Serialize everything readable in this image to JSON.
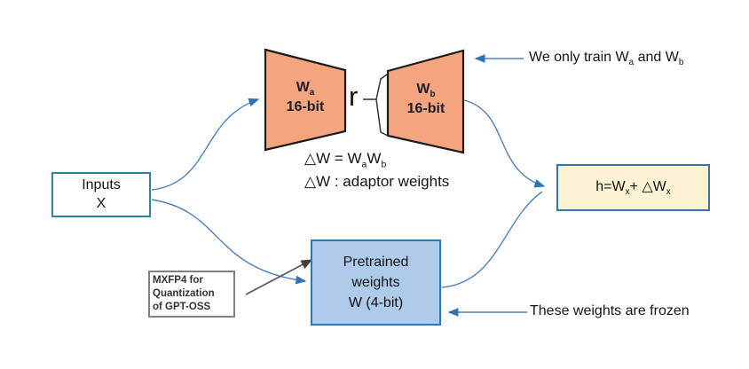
{
  "colors": {
    "trapezoid_fill": "#F5A57E",
    "trapezoid_stroke": "#1A1A1A",
    "pretrained_fill": "#AECBE9",
    "pretrained_border": "#2E75B6",
    "output_fill": "#FBF2D2",
    "output_border": "#2E78A8",
    "inputs_border": "#2E849C",
    "arrow_blue": "#4F81BD",
    "arrowhead_blue": "#2E75B6",
    "arrow_gray": "#595959",
    "arrowhead_gray": "#404040",
    "brace_stroke": "#333333",
    "mxfp4_border": "#808080"
  },
  "nodes": {
    "inputs": {
      "line1": "Inputs",
      "line2": "X"
    },
    "wa": {
      "base": "W",
      "sub": "a",
      "line2": "16-bit"
    },
    "wb": {
      "base": "W",
      "sub": "b",
      "line2": "16-bit"
    },
    "rank": {
      "label": "r"
    },
    "pretrained": {
      "line1": "Pretrained",
      "line2": "weights",
      "line3": "W (4-bit)"
    },
    "mxfp4": {
      "line1": "MXFP4 for",
      "line2": "Quantization",
      "line3": "of GPT-OSS"
    },
    "output": {
      "parts": [
        "h=W",
        "x",
        "+ △W",
        "x"
      ]
    }
  },
  "equations": {
    "delta_def": {
      "parts": [
        "△W =  W",
        "a",
        "W",
        "b"
      ]
    },
    "delta_desc": "△W : adaptor weights"
  },
  "annotations": {
    "train": {
      "parts": [
        "We only train W",
        "a",
        " and W",
        "b"
      ]
    },
    "frozen": "These weights are frozen"
  }
}
